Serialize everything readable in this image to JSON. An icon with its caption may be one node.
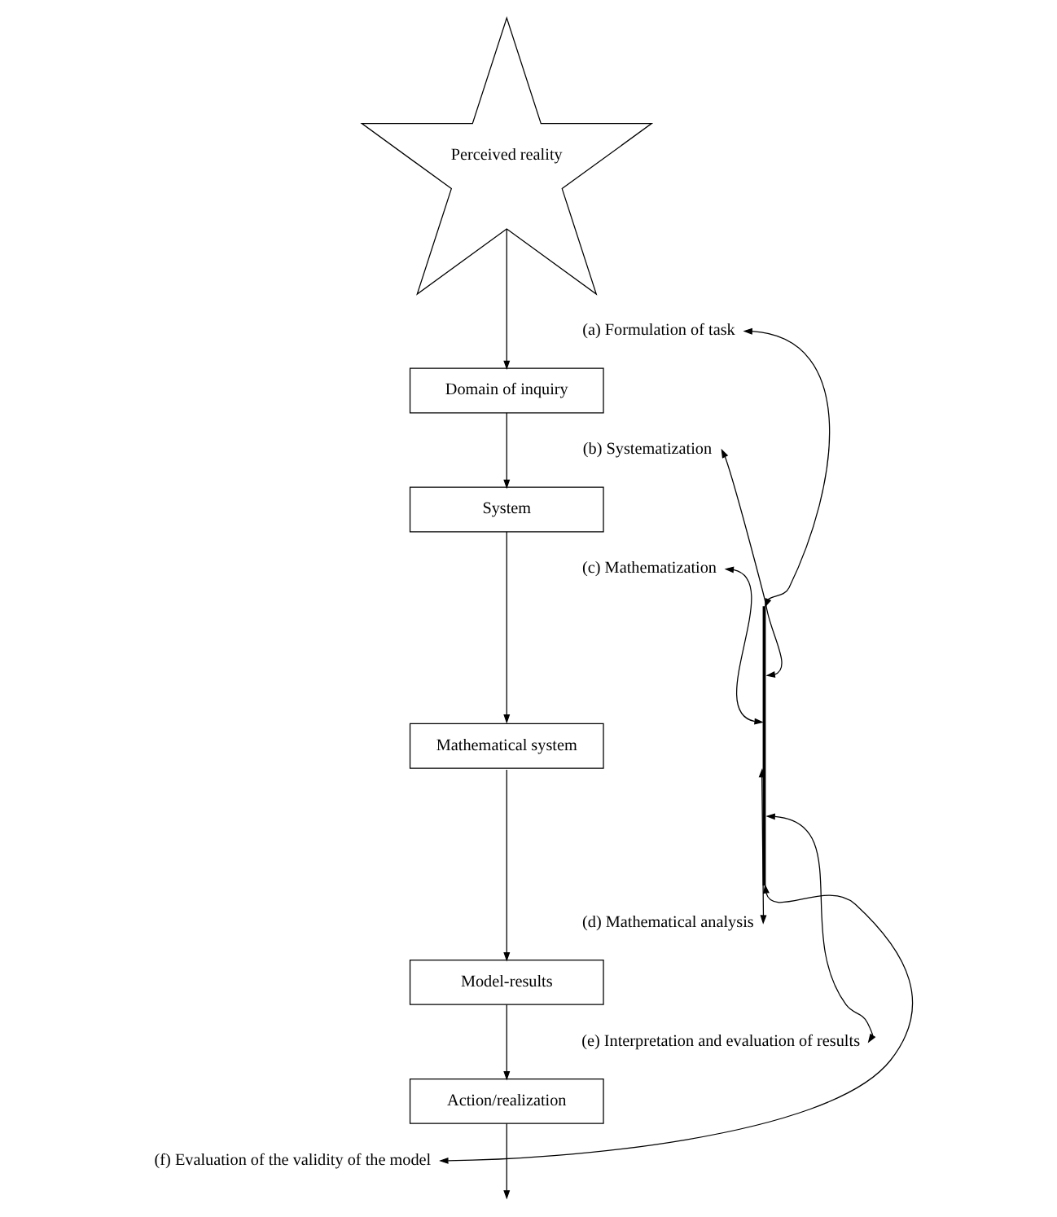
{
  "diagram": {
    "nodes": [
      {
        "text": [
          "Perceived reality"
        ]
      },
      {
        "text": [
          "Domain of inquiry"
        ]
      },
      {
        "text": [
          "System"
        ]
      },
      {
        "text": [
          "Mathematical system"
        ]
      },
      {
        "text": [
          "Model-results"
        ]
      },
      {
        "text": [
          "Action/realization"
        ]
      },
      {
        "text": [
          "(a) Formulation of task"
        ]
      },
      {
        "text": [
          "(b) Systematization"
        ]
      },
      {
        "text": [
          "(c) Mathematization"
        ]
      },
      {
        "text": [
          "(d) Mathematical analysis"
        ]
      },
      {
        "text": [
          "(e) Interpretation and evaluation of results"
        ]
      },
      {
        "text": [
          "(f) Evaluation of the validity of the model"
        ]
      },
      {
        "text": [],
        "shape": "bar"
      }
    ],
    "edges": [
      {
        "from": 0,
        "to": 1,
        "arrow": "to"
      },
      {
        "from": 1,
        "to": 2,
        "arrow": "to"
      },
      {
        "from": 2,
        "to": 3,
        "arrow": "to"
      },
      {
        "from": 3,
        "to": 4,
        "arrow": "to"
      },
      {
        "from": 4,
        "to": 5,
        "arrow": "to"
      },
      {
        "from": 5,
        "to": null,
        "arrow": "to"
      },
      {
        "from": 6,
        "to": 12,
        "arrow": "both"
      },
      {
        "from": 7,
        "to": 12,
        "arrow": "both"
      },
      {
        "from": 8,
        "to": 12,
        "arrow": "both"
      },
      {
        "from": 9,
        "to": 12,
        "arrow": "both"
      },
      {
        "from": 10,
        "to": 12,
        "arrow": "both"
      },
      {
        "from": 11,
        "to": 12,
        "arrow": "both"
      }
    ]
  }
}
